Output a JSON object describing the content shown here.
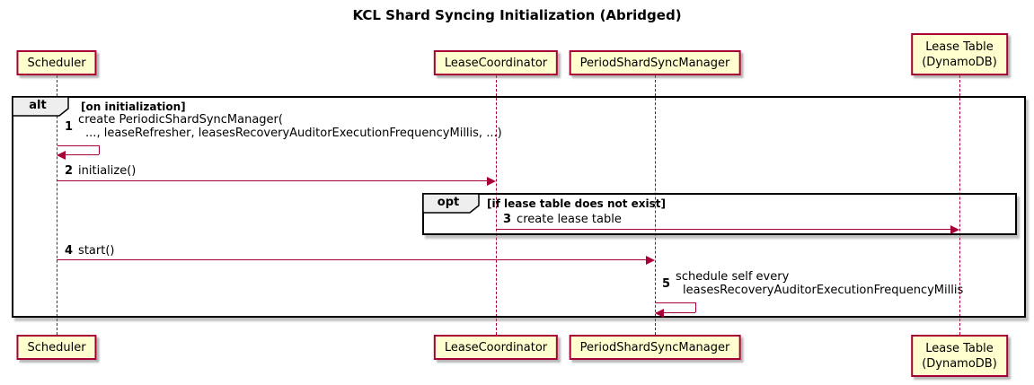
{
  "title": "KCL Shard Syncing Initialization (Abridged)",
  "participants": [
    {
      "label": "Scheduler"
    },
    {
      "label": "LeaseCoordinator"
    },
    {
      "label": "PeriodShardSyncManager"
    },
    {
      "label": "Lease Table",
      "label2": "(DynamoDB)"
    }
  ],
  "frames": [
    {
      "keyword": "alt",
      "condition": "[on initialization]"
    },
    {
      "keyword": "opt",
      "condition": "[if lease table does not exist]"
    }
  ],
  "messages": [
    {
      "seq": "1",
      "line1": "create PeriodicShardSyncManager(",
      "line2": "..., leaseRefresher, leasesRecoveryAuditorExecutionFrequencyMillis, ...)"
    },
    {
      "seq": "2",
      "label": "initialize()"
    },
    {
      "seq": "3",
      "label": "create lease table"
    },
    {
      "seq": "4",
      "label": "start()"
    },
    {
      "seq": "5",
      "line1": "schedule self every",
      "line2": "leasesRecoveryAuditorExecutionFrequencyMillis"
    }
  ],
  "colors": {
    "participant_fill": "#FEFECE",
    "participant_border": "#A80036",
    "arrow": "#A80036",
    "lifeline": "#A80036",
    "frame_border": "#000000",
    "pentagon_fill": "#EEEEEE",
    "text": "#000000",
    "background": "#FFFFFF"
  }
}
